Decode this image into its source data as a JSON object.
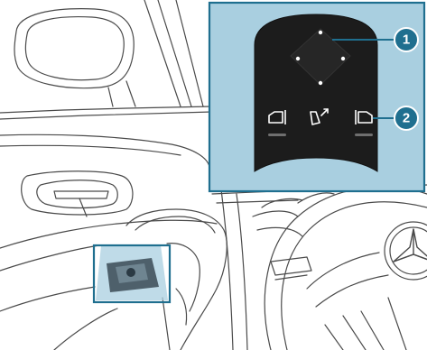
{
  "illustration": {
    "colors": {
      "line": "#4a4a4a",
      "background": "#ffffff",
      "highlight_fill": "#a9cfe0",
      "highlight_stroke": "#1f6f8f",
      "panel_dark": "#1c1c1c",
      "panel_light_strip": "#6f6f6f",
      "callout_fill": "#1f6f8f"
    },
    "callouts": [
      {
        "number": "1",
        "target": "mirror-adjustment-pad"
      },
      {
        "number": "2",
        "target": "right-mirror-selector-button"
      }
    ],
    "icons": [
      "left-mirror-icon",
      "fold-mirror-icon",
      "right-mirror-icon",
      "star-logo-icon"
    ]
  }
}
